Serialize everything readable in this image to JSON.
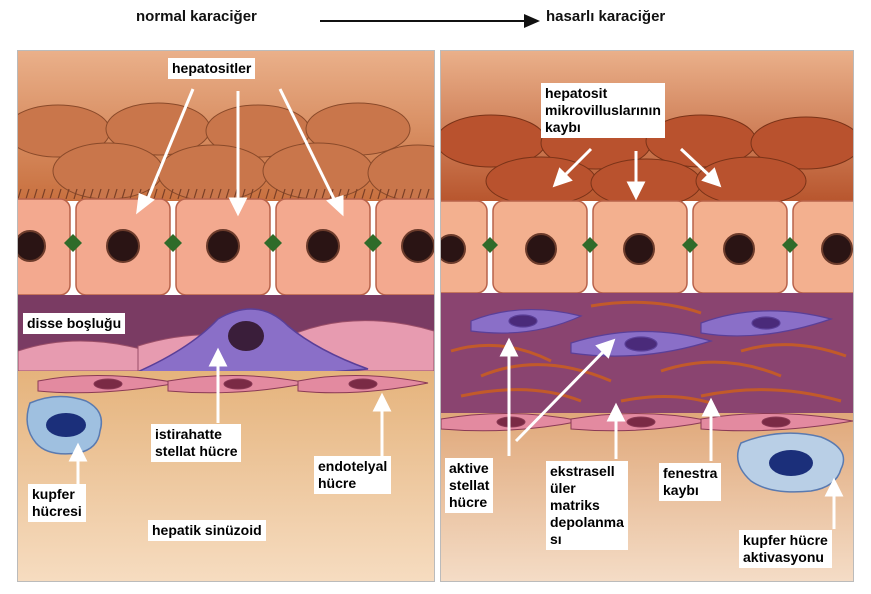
{
  "header": {
    "left_title": "normal karaciğer",
    "right_title": "hasarlı karaciğer"
  },
  "left_panel": {
    "labels": {
      "hepatocytes": "hepatositler",
      "space_of_disse": "disse boşluğu",
      "resting_stellate": "istirahatte\nstellat hücre",
      "endothelial": "endotelyal\nhücre",
      "kupffer": "kupfer\nhücresi",
      "sinusoid": "hepatik sinüzoid"
    }
  },
  "right_panel": {
    "labels": {
      "microvilli_loss": "hepatosit\nmikrovilluslarının\nkaybı",
      "active_stellate": "aktive\nstellat\nhücre",
      "ecm": "ekstrasell\nüler\nmatriks\ndepolanma\nsı",
      "fenestra_loss": "fenestra\nkaybı",
      "kupffer_activation": "kupfer hücre\naktivasyonu"
    }
  },
  "colors": {
    "tissue_top": "#e7a27a",
    "hepatocyte": "#f1a78f",
    "nucleus": "#2a1414",
    "junction": "#2f6b2a",
    "disse": "#7a3b63",
    "stellate": "#8a6fc8",
    "endothelium": "#e79bb0",
    "sinusoid": "#f0c9a0",
    "kupffer": "#9fc0e0",
    "kupffer_nucleus": "#1b2f7a",
    "collagen": "#c25a2a"
  }
}
